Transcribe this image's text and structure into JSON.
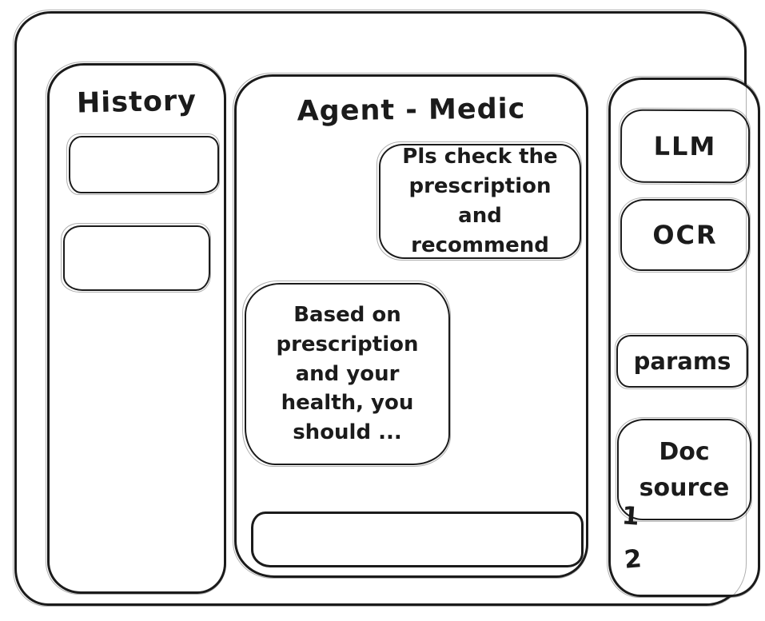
{
  "colors": {
    "ink": "#1b1b1b",
    "background": "#ffffff"
  },
  "history_panel": {
    "title": "History",
    "items": [
      {
        "label": ""
      },
      {
        "label": ""
      }
    ]
  },
  "chat_panel": {
    "title": "Agent - Medic",
    "messages": [
      {
        "role": "user",
        "text": "Pls check the prescription and recommend"
      },
      {
        "role": "agent",
        "text": "Based on prescription and your health, you should ..."
      }
    ],
    "composer": {
      "value": "",
      "placeholder": ""
    }
  },
  "tools_panel": {
    "buttons": [
      {
        "id": "llm",
        "label": "LLM"
      },
      {
        "id": "ocr",
        "label": "OCR"
      },
      {
        "id": "params",
        "label": "params"
      },
      {
        "id": "doc-source",
        "label": "Doc source"
      }
    ],
    "doc_source_list": [
      "1",
      "2"
    ]
  }
}
